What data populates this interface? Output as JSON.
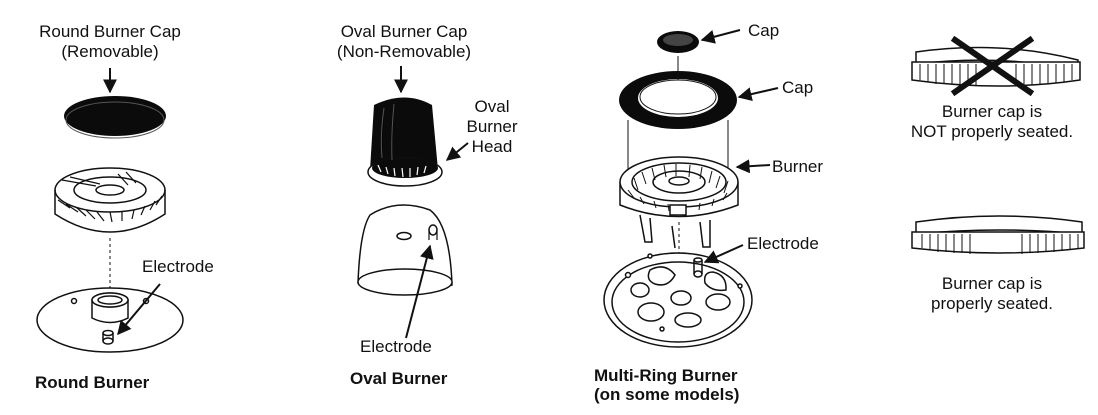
{
  "round_burner": {
    "cap_label_line1": "Round Burner Cap",
    "cap_label_line2": "(Removable)",
    "electrode_label": "Electrode",
    "title": "Round Burner"
  },
  "oval_burner": {
    "cap_label_line1": "Oval Burner Cap",
    "cap_label_line2": "(Non-Removable)",
    "head_label_line1": "Oval",
    "head_label_line2": "Burner",
    "head_label_line3": "Head",
    "electrode_label": "Electrode",
    "title": "Oval Burner"
  },
  "multi_ring_burner": {
    "cap_small_label": "Cap",
    "cap_large_label": "Cap",
    "burner_label": "Burner",
    "electrode_label": "Electrode",
    "title_line1": "Multi-Ring Burner",
    "title_line2": "(on some models)"
  },
  "seating": {
    "not_seated_line1": "Burner cap is",
    "not_seated_line2": "NOT properly seated.",
    "seated_line1": "Burner cap is",
    "seated_line2": "properly seated."
  }
}
